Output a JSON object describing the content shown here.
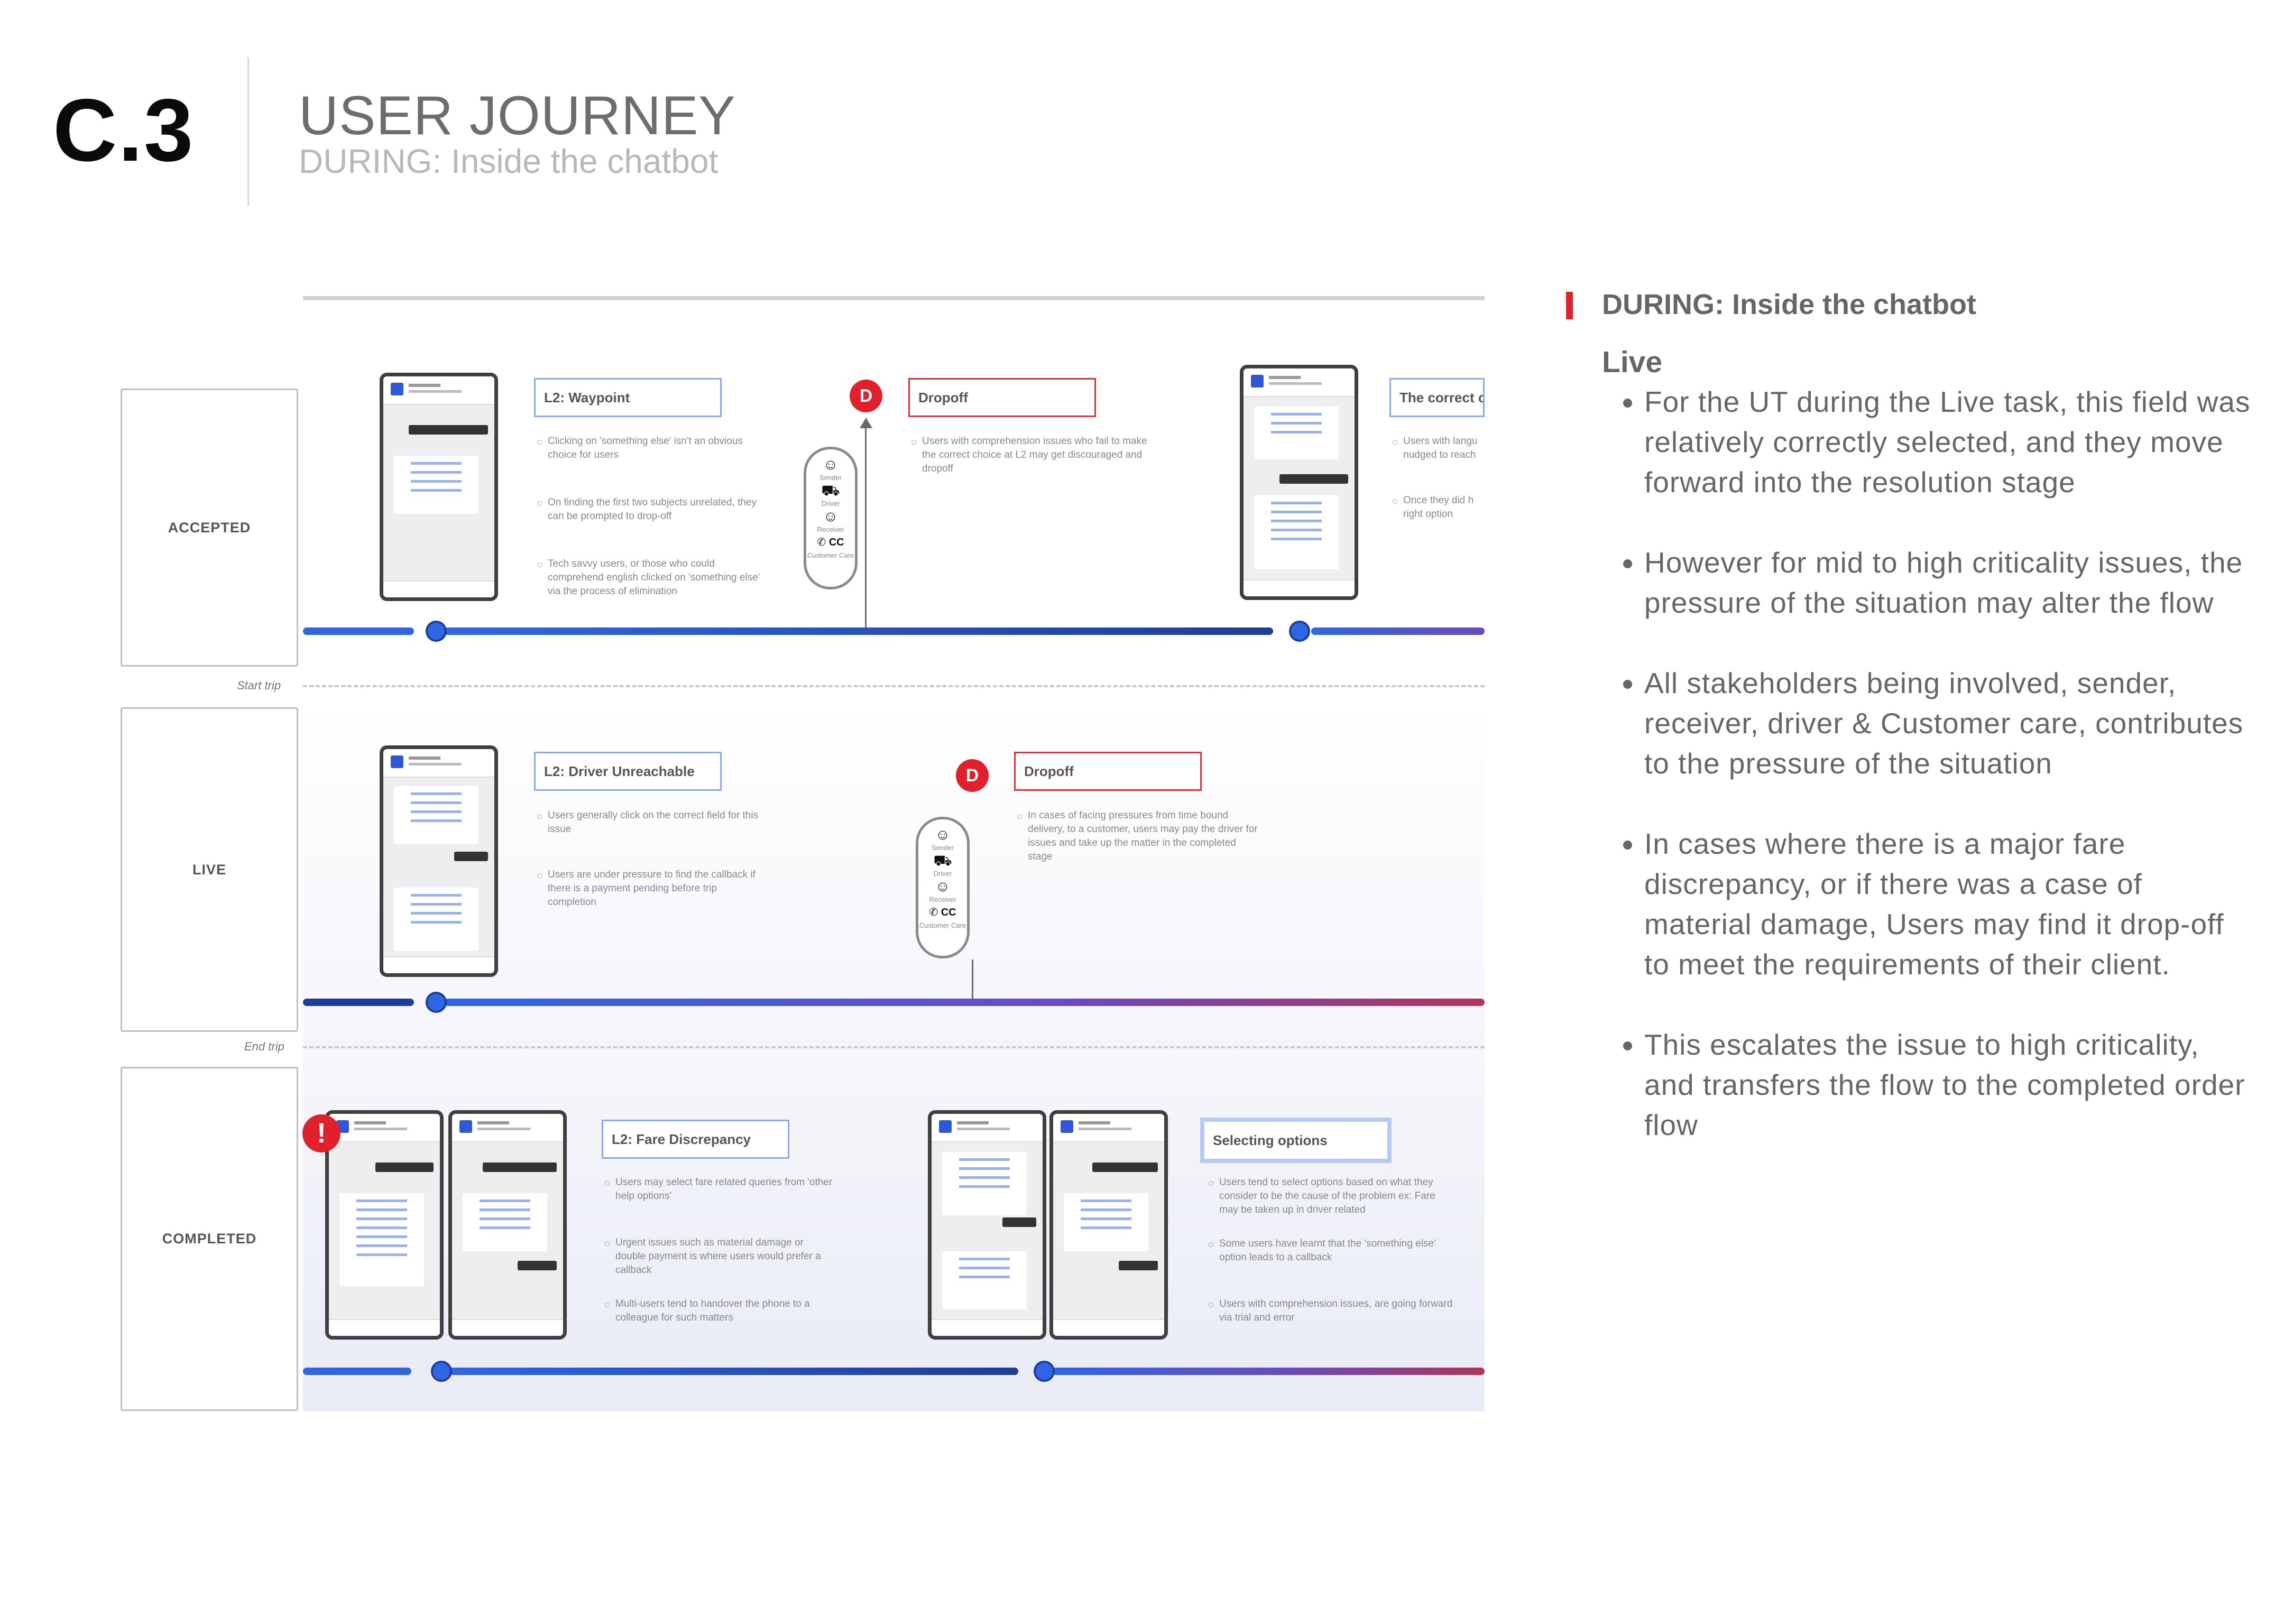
{
  "header": {
    "code": "C.3",
    "title": "USER JOURNEY",
    "subtitle": "DURING: Inside the chatbot"
  },
  "stages": {
    "accepted": "ACCEPTED",
    "live": "LIVE",
    "completed": "COMPLETED"
  },
  "separators": {
    "start_trip": "Start trip",
    "end_trip": "End trip"
  },
  "accepted": {
    "waypoint_label": "L2: Waypoint",
    "waypoint_notes": [
      "Clicking on 'something else' isn't an obvious choice for users",
      "On finding the first two subjects unrelated, they can be prompted to drop-off",
      "Tech savvy users, or those who could comprehend english clicked on 'something else' via the process of elimination"
    ],
    "dropoff_marker": "D",
    "dropoff_label": "Dropoff",
    "dropoff_notes": [
      "Users with comprehension issues who fail to make the correct choice at L2 may get discouraged and dropoff"
    ],
    "correct_label": "The correct c",
    "correct_notes": [
      "Users with langu nudged to reach",
      "Once they did h right option"
    ]
  },
  "live": {
    "unreachable_label": "L2: Driver Unreachable",
    "unreachable_notes": [
      "Users generally click on the correct field for this issue",
      "Users are under pressure to find the callback if there is a payment pending before trip completion"
    ],
    "dropoff_marker": "D",
    "dropoff_label": "Dropoff",
    "dropoff_notes": [
      "In cases of facing pressures from time bound delivery, to a customer, users may pay the driver for issues and take up the matter in the completed stage"
    ]
  },
  "completed": {
    "warning_marker": "!",
    "fare_label": "L2: Fare Discrepancy",
    "fare_notes": [
      "Users may select fare related queries from 'other help options'",
      "Urgent issues such as material damage or double payment is where users would prefer a callback",
      "Multi-users tend to handover the phone to a colleague for such matters"
    ],
    "selecting_label": "Selecting options",
    "selecting_notes": [
      "Users tend to select options based on what they consider to be the cause of the problem ex: Fare may be taken up in driver related",
      "Some users have learnt that the 'something else' option leads to a callback",
      "Users with comprehension issues, are going forward via trial and error"
    ]
  },
  "stakeholders": {
    "sender": "Sender",
    "driver": "Driver",
    "receiver": "Receiver",
    "care": "Customer Care",
    "care_badge": "CC"
  },
  "right_panel": {
    "heading": "DURING: Inside the chatbot",
    "subheading": "Live",
    "bullets": [
      "For the UT during the Live task, this field was relatively correctly selected, and they move forward into the resolution stage",
      "However for mid to high criticality issues, the pressure of the situation may alter the flow",
      "All stakeholders being involved, sender, receiver, driver & Customer care, contributes to the pressure of the situation",
      "In cases where there is a major fare discrepancy, or if there was a case of material damage, Users may find it drop-off to meet the requirements of their client.",
      "This escalates the issue to high criticality, and transfers the flow to the completed order flow"
    ]
  },
  "colors": {
    "accent_red": "#e0202b",
    "timeline_blue": "#2f66e6",
    "timeline_navy": "#1e3d9a",
    "timeline_purple": "#6a4bbf",
    "timeline_magenta": "#b0365a"
  }
}
